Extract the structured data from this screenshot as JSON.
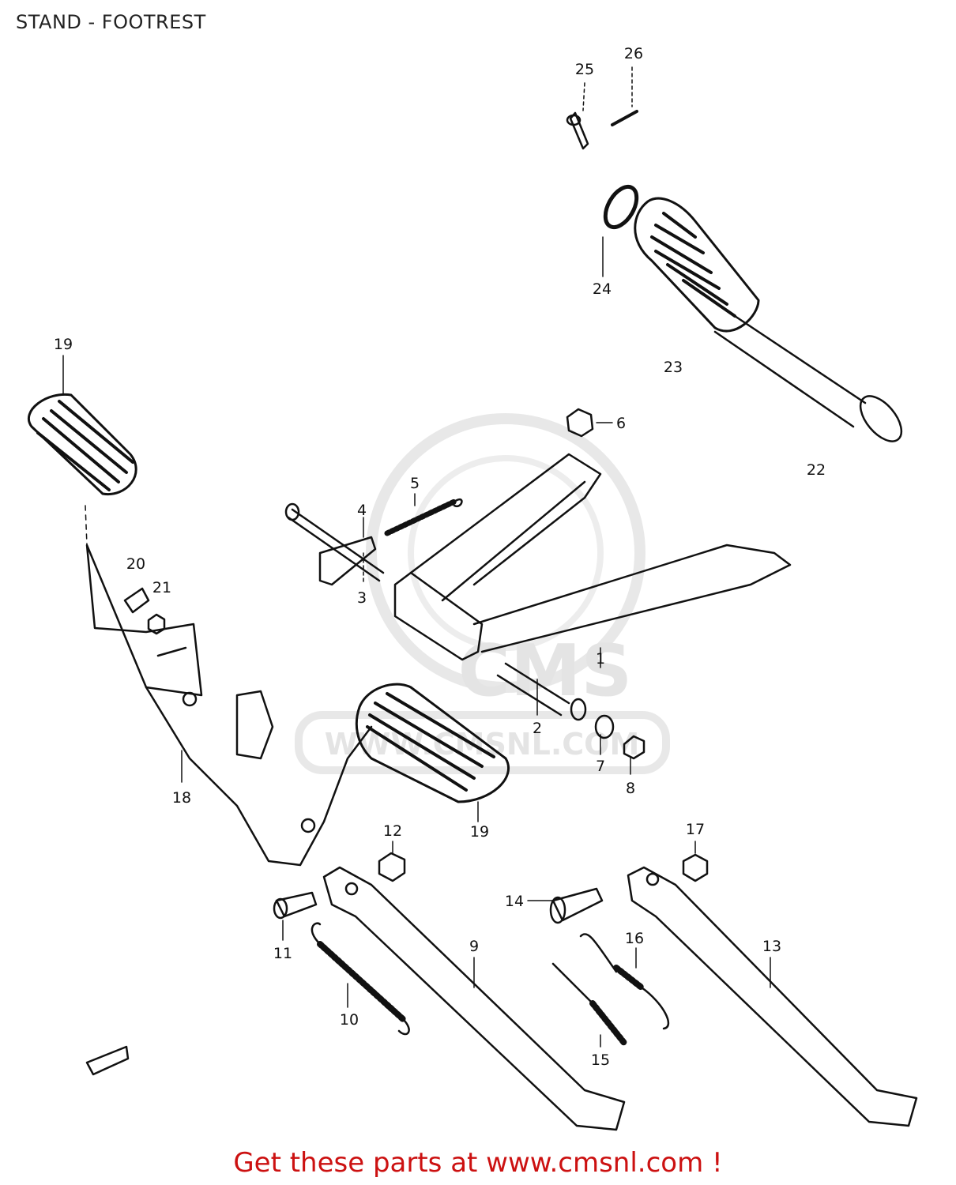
{
  "header": {
    "title": "STAND - FOOTREST"
  },
  "watermark": {
    "logo_text": "CMS",
    "site": "WWW.CMSNL.COM"
  },
  "parts": [
    {
      "ref": "1"
    },
    {
      "ref": "2"
    },
    {
      "ref": "3"
    },
    {
      "ref": "4"
    },
    {
      "ref": "5"
    },
    {
      "ref": "6"
    },
    {
      "ref": "7"
    },
    {
      "ref": "8"
    },
    {
      "ref": "9"
    },
    {
      "ref": "10"
    },
    {
      "ref": "11"
    },
    {
      "ref": "12"
    },
    {
      "ref": "13"
    },
    {
      "ref": "14"
    },
    {
      "ref": "15"
    },
    {
      "ref": "16"
    },
    {
      "ref": "17"
    },
    {
      "ref": "18"
    },
    {
      "ref": "19"
    },
    {
      "ref": "19"
    },
    {
      "ref": "20"
    },
    {
      "ref": "21"
    },
    {
      "ref": "22"
    },
    {
      "ref": "23"
    },
    {
      "ref": "24"
    },
    {
      "ref": "25"
    },
    {
      "ref": "26"
    }
  ],
  "footer": {
    "promo": "Get these parts at www.cmsnl.com !"
  },
  "colors": {
    "promo": "#cc1111",
    "line": "#111111",
    "watermark": "#e2e2e2"
  }
}
